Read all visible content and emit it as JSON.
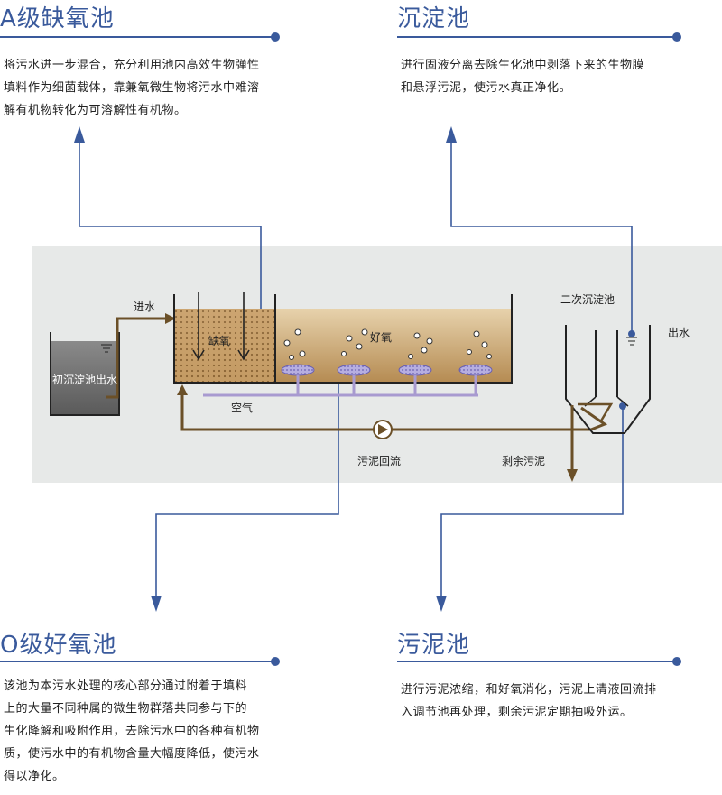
{
  "sections": {
    "anoxic": {
      "title": "A级缺氧池",
      "lines": [
        "将污水进一步混合，充分利用池内高效生物弹性",
        "填料作为细菌载体，靠兼氧微生物将污水中难溶",
        "解有机物转化为可溶解性有机物。"
      ]
    },
    "sedimentation": {
      "title": "沉淀池",
      "lines": [
        "进行固液分离去除生化池中剥落下来的生物膜",
        "和悬浮污泥，使污水真正净化。"
      ]
    },
    "aerobic": {
      "title": "O级好氧池",
      "lines": [
        "该池为本污水处理的核心部分通过附着于填料",
        "上的大量不同种属的微生物群落共同参与下的",
        "生化降解和吸附作用，去除污水中的各种有机物",
        "质，使污水中的有机物含量大幅度降低，使污水",
        "得以净化。"
      ]
    },
    "sludge": {
      "title": "污泥池",
      "lines": [
        "进行污泥浓缩，和好氧消化，污泥上清液回流排",
        "入调节池再处理，剩余污泥定期抽吸外运。"
      ]
    }
  },
  "labels": {
    "primary_outlet": "初沉淀池出水",
    "inlet": "进水",
    "anoxic_zone": "缺氧",
    "aerobic_zone": "好氧",
    "air": "空气",
    "sludge_return": "污泥回流",
    "excess_sludge": "剩余污泥",
    "secondary_clarifier": "二次沉淀池",
    "outlet": "出水"
  },
  "colors": {
    "accent": "#3a5a9c",
    "pipe": "#6b5028",
    "air_pipe": "#a89ad0",
    "band": "#e7e9e8"
  }
}
